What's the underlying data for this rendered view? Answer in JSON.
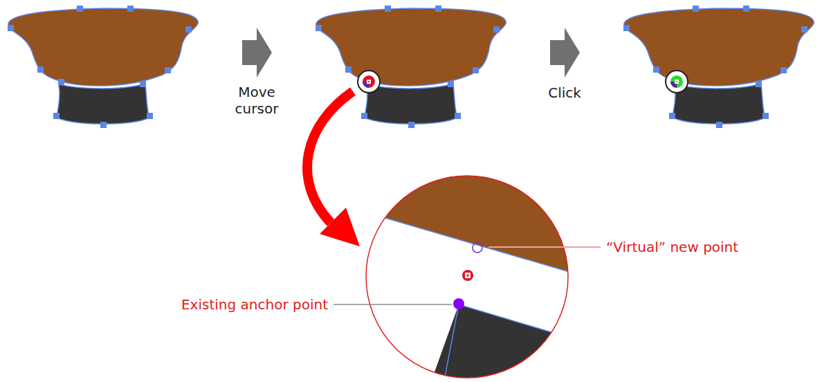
{
  "diagram": {
    "labels": [
      "Move cursor",
      "Click",
      "“Virtual” new point",
      "Existing anchor point"
    ]
  }
}
